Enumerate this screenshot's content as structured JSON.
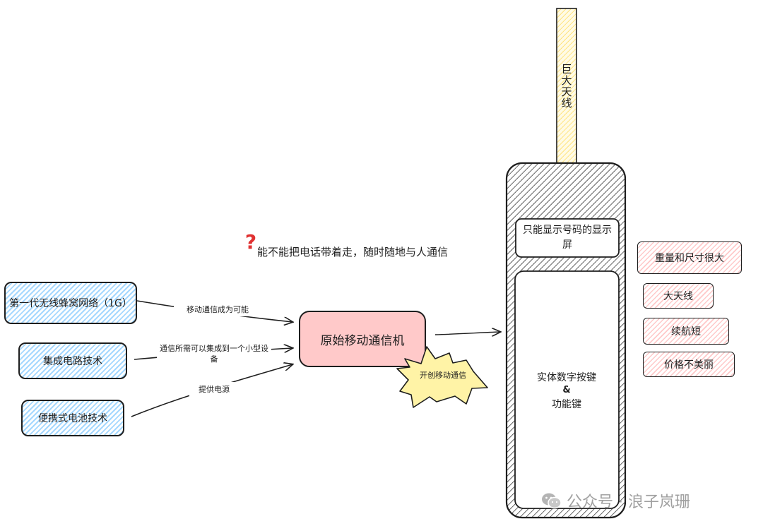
{
  "question": {
    "mark": "?",
    "text": "能不能把电话带着走，随时随地与人通信"
  },
  "sources": [
    {
      "label": "第一代无线蜂窝网络（1G）",
      "arrow_label": "移动通信成为可能"
    },
    {
      "label": "集成电路技术",
      "arrow_label": "通信所需可以集成到一个小型设备"
    },
    {
      "label": "便携式电池技术",
      "arrow_label": "提供电源"
    }
  ],
  "center": {
    "label": "原始移动通信机",
    "burst_label": "开创移动通信"
  },
  "phone": {
    "antenna_label": "巨大天线",
    "screen_label": "只能显示号码的显示屏",
    "keypad_label_1": "实体数字按键",
    "keypad_amp": "&",
    "keypad_label_2": "功能键"
  },
  "drawbacks": [
    "重量和尺寸很大",
    "大天线",
    "续航短",
    "价格不美丽"
  ],
  "watermark": {
    "icon": "wechat-icon",
    "text": "公众号 · 浪子岚珊"
  },
  "colors": {
    "blue_fill": "#a5d8ff",
    "red_fill": "#ffc9c9",
    "center_fill": "#ffc9c9",
    "burst_fill": "#fff3a6",
    "antenna_fill": "#fff3bf",
    "question_mark": "#e03131",
    "stroke": "#1e1e1e"
  }
}
